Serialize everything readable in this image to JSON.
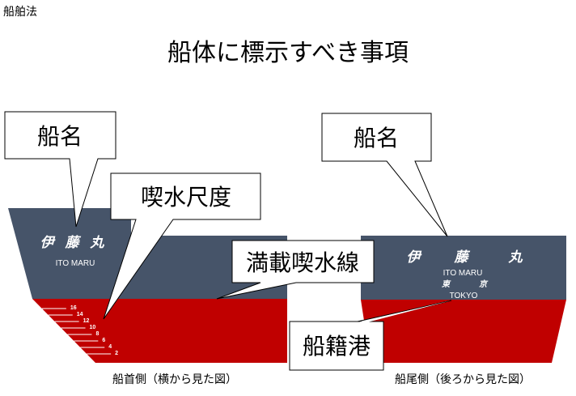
{
  "header": {
    "law_label": "船舶法",
    "title": "船体に標示すべき事項"
  },
  "colors": {
    "hull_upper": "#465469",
    "hull_lower": "#c00000",
    "callout_fill": "#ffffff",
    "callout_border": "#000000"
  },
  "bow_view": {
    "caption": "船首側（横から見た図）",
    "ship_name_kanji": "伊 藤 丸",
    "ship_name_romaji": "ITO MARU",
    "draft_marks": [
      "16",
      "14",
      "12",
      "10",
      "8",
      "6",
      "4",
      "2"
    ]
  },
  "stern_view": {
    "caption": "船尾側（後ろから見た図）",
    "ship_name_kanji": [
      "伊",
      "藤",
      "丸"
    ],
    "ship_name_romaji": "ITO MARU",
    "port_kanji": [
      "東",
      "京"
    ],
    "port_romaji": "TOKYO"
  },
  "callouts": {
    "ship_name_bow": "船名",
    "draft_scale": "喫水尺度",
    "load_line": "満載喫水線",
    "ship_name_stern": "船名",
    "port_of_registry": "船籍港"
  }
}
